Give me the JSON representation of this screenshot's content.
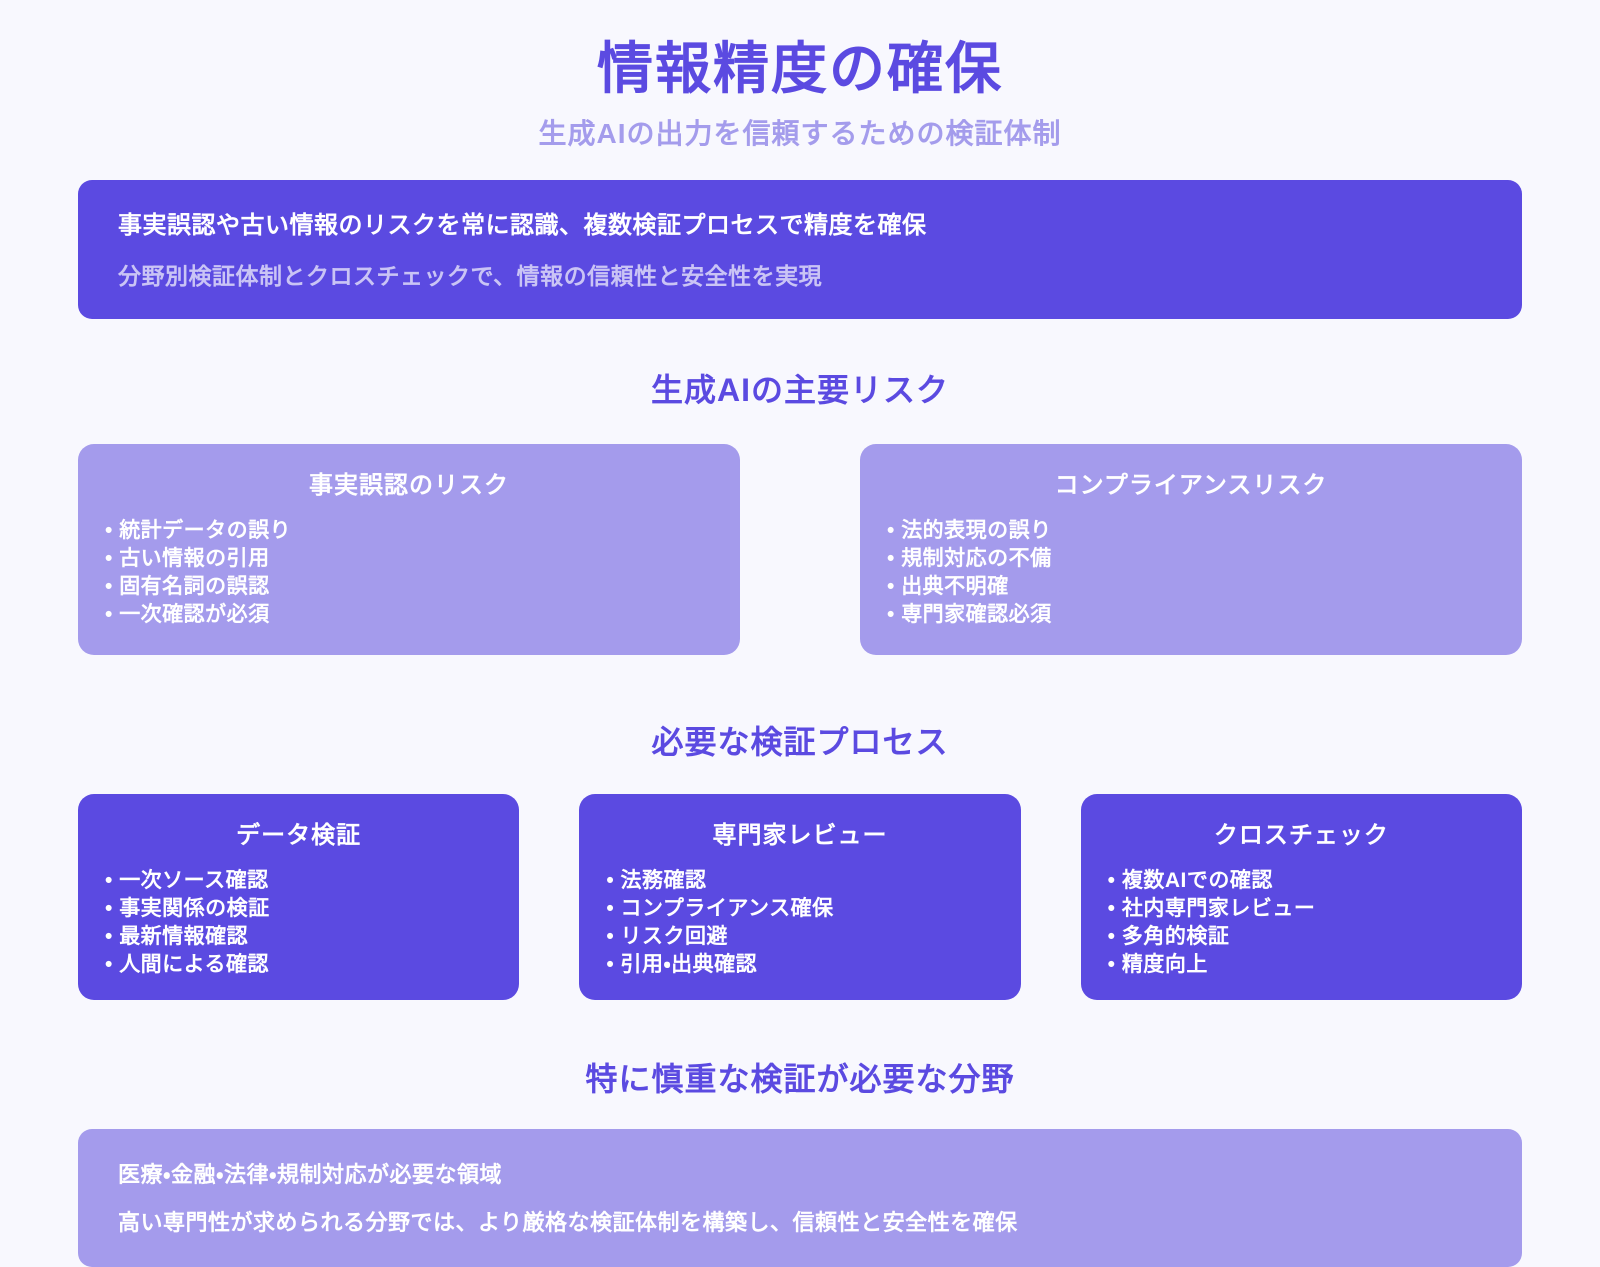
{
  "page": {
    "title": "情報精度の確保",
    "subtitle": "生成AIの出力を信頼するための検証体制"
  },
  "hero_banner": {
    "heading": "事実誤認や古い情報のリスクを常に認識、複数検証プロセスで精度を確保",
    "subheading": "分野別検証体制とクロスチェックで、情報の信頼性と安全性を実現"
  },
  "risk_section": {
    "heading": "生成AIの主要リスク",
    "cards": [
      {
        "title": "事実誤認のリスク",
        "items": [
          "統計データの誤り",
          "古い情報の引用",
          "固有名詞の誤認",
          "一次確認が必須"
        ]
      },
      {
        "title": "コンプライアンスリスク",
        "items": [
          "法的表現の誤り",
          "規制対応の不備",
          "出典不明確",
          "専門家確認必須"
        ]
      }
    ]
  },
  "process_section": {
    "heading": "必要な検証プロセス",
    "cards": [
      {
        "title": "データ検証",
        "items": [
          "一次ソース確認",
          "事実関係の検証",
          "最新情報確認",
          "人間による確認"
        ]
      },
      {
        "title": "専門家レビュー",
        "items": [
          "法務確認",
          "コンプライアンス確保",
          "リスク回避",
          "引用・出典確認"
        ]
      },
      {
        "title": "クロスチェック",
        "items": [
          "複数AIでの確認",
          "社内専門家レビュー",
          "多角的検証",
          "精度向上"
        ]
      }
    ]
  },
  "domain_section": {
    "heading": "特に慎重な検証が必要な分野",
    "banner": {
      "line1": "医療・金融・法律・規制対応が必要な領域",
      "line2": "高い専門性が求められる分野では、より厳格な検証体制を構築し、信頼性と安全性を確保"
    }
  },
  "colors": {
    "background": "#F8F8FE",
    "primary_purple": "#5B4AE1",
    "light_purple": "#A49BEC",
    "text_on_purple": "#FFFFFF"
  }
}
